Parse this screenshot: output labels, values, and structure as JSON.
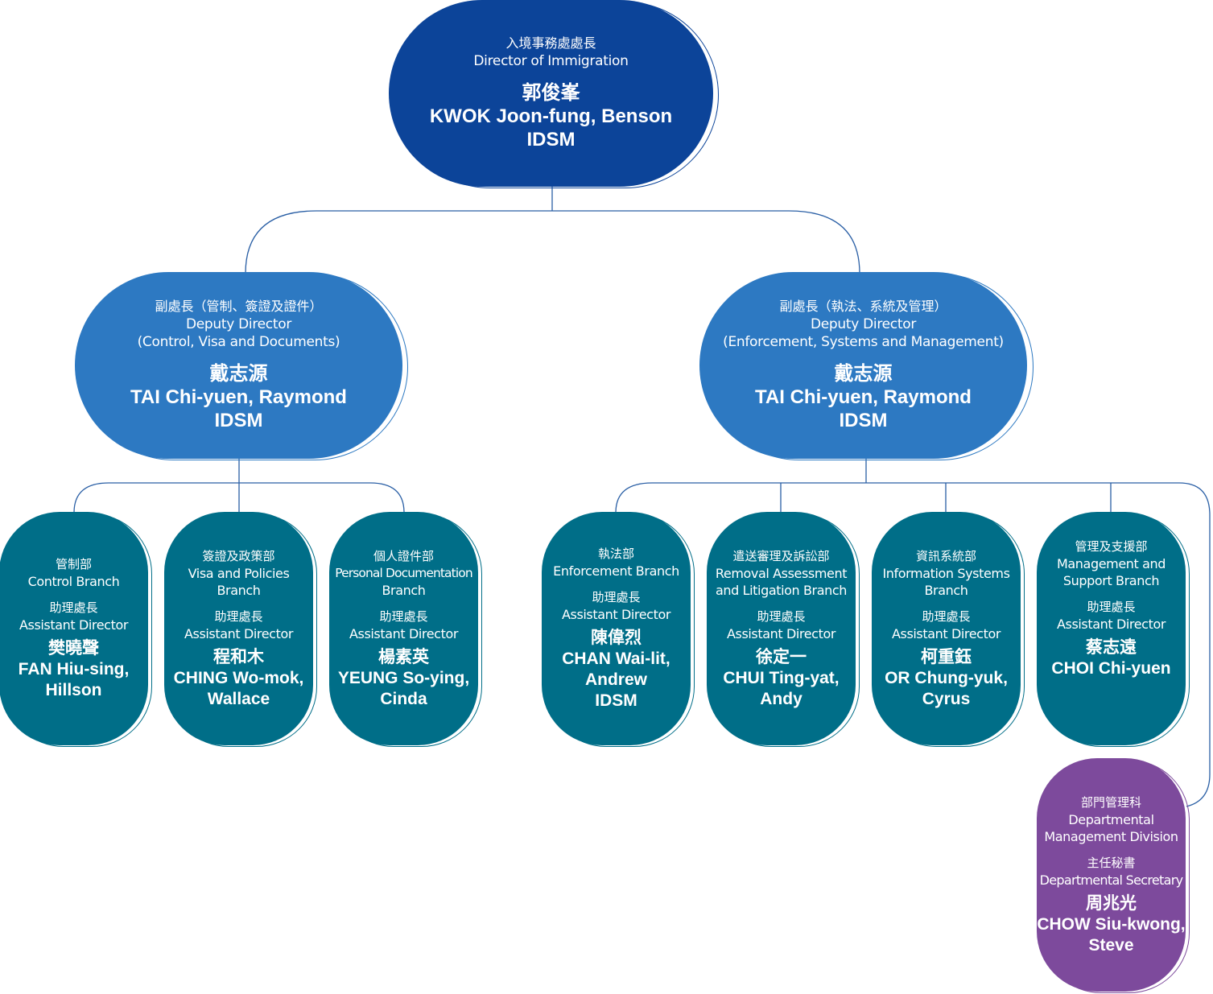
{
  "colors": {
    "director": "#0c4499",
    "deputy": "#2d79c2",
    "branch": "#006e88",
    "division": "#7d4a9c",
    "connector": "#2a5fa5"
  },
  "director": {
    "title_zh": "入境事務處處長",
    "title_en": "Director of Immigration",
    "name_zh": "郭俊峯",
    "name_en": "KWOK Joon-fung, Benson",
    "honour": "IDSM"
  },
  "deputies": [
    {
      "title_zh": "副處長（管制、簽證及證件）",
      "title_en": "Deputy Director",
      "scope_en": "(Control, Visa and Documents)",
      "name_zh": "戴志源",
      "name_en": "TAI Chi-yuen, Raymond",
      "honour": "IDSM"
    },
    {
      "title_zh": "副處長（執法、系統及管理）",
      "title_en": "Deputy Director",
      "scope_en": "(Enforcement, Systems and Management)",
      "name_zh": "戴志源",
      "name_en": "TAI Chi-yuen, Raymond",
      "honour": "IDSM"
    }
  ],
  "branches": [
    {
      "unit_zh": "管制部",
      "unit_en_1": "Control Branch",
      "unit_en_2": "",
      "role_zh": "助理處長",
      "role_en": "Assistant Director",
      "name_zh": "樊曉聲",
      "name_en_1": "FAN Hiu-sing,",
      "name_en_2": "Hillson",
      "name_en_3": ""
    },
    {
      "unit_zh": "簽證及政策部",
      "unit_en_1": "Visa and Policies",
      "unit_en_2": "Branch",
      "role_zh": "助理處長",
      "role_en": "Assistant Director",
      "name_zh": "程和木",
      "name_en_1": "CHING Wo-mok,",
      "name_en_2": "Wallace",
      "name_en_3": ""
    },
    {
      "unit_zh": "個人證件部",
      "unit_en_1": "Personal Documentation",
      "unit_en_2": "Branch",
      "role_zh": "助理處長",
      "role_en": "Assistant Director",
      "name_zh": "楊素英",
      "name_en_1": "YEUNG So-ying,",
      "name_en_2": "Cinda",
      "name_en_3": ""
    },
    {
      "unit_zh": "執法部",
      "unit_en_1": "Enforcement Branch",
      "unit_en_2": "",
      "role_zh": "助理處長",
      "role_en": "Assistant Director",
      "name_zh": "陳偉烈",
      "name_en_1": "CHAN Wai-lit,",
      "name_en_2": "Andrew",
      "name_en_3": "IDSM"
    },
    {
      "unit_zh": "遣送審理及訴訟部",
      "unit_en_1": "Removal Assessment",
      "unit_en_2": "and Litigation Branch",
      "role_zh": "助理處長",
      "role_en": "Assistant Director",
      "name_zh": "徐定一",
      "name_en_1": "CHUI Ting-yat,",
      "name_en_2": "Andy",
      "name_en_3": ""
    },
    {
      "unit_zh": "資訊系統部",
      "unit_en_1": "Information Systems",
      "unit_en_2": "Branch",
      "role_zh": "助理處長",
      "role_en": "Assistant Director",
      "name_zh": "柯重鈺",
      "name_en_1": "OR Chung-yuk,",
      "name_en_2": "Cyrus",
      "name_en_3": ""
    },
    {
      "unit_zh": "管理及支援部",
      "unit_en_1": "Management and",
      "unit_en_2": "Support Branch",
      "role_zh": "助理處長",
      "role_en": "Assistant Director",
      "name_zh": "蔡志遠",
      "name_en_1": "CHOI Chi-yuen",
      "name_en_2": "",
      "name_en_3": ""
    }
  ],
  "division": {
    "unit_zh": "部門管理科",
    "unit_en_1": "Departmental",
    "unit_en_2": "Management Division",
    "role_zh": "主任秘書",
    "role_en": "Departmental Secretary",
    "name_zh": "周兆光",
    "name_en_1": "CHOW Siu-kwong,",
    "name_en_2": "Steve"
  }
}
